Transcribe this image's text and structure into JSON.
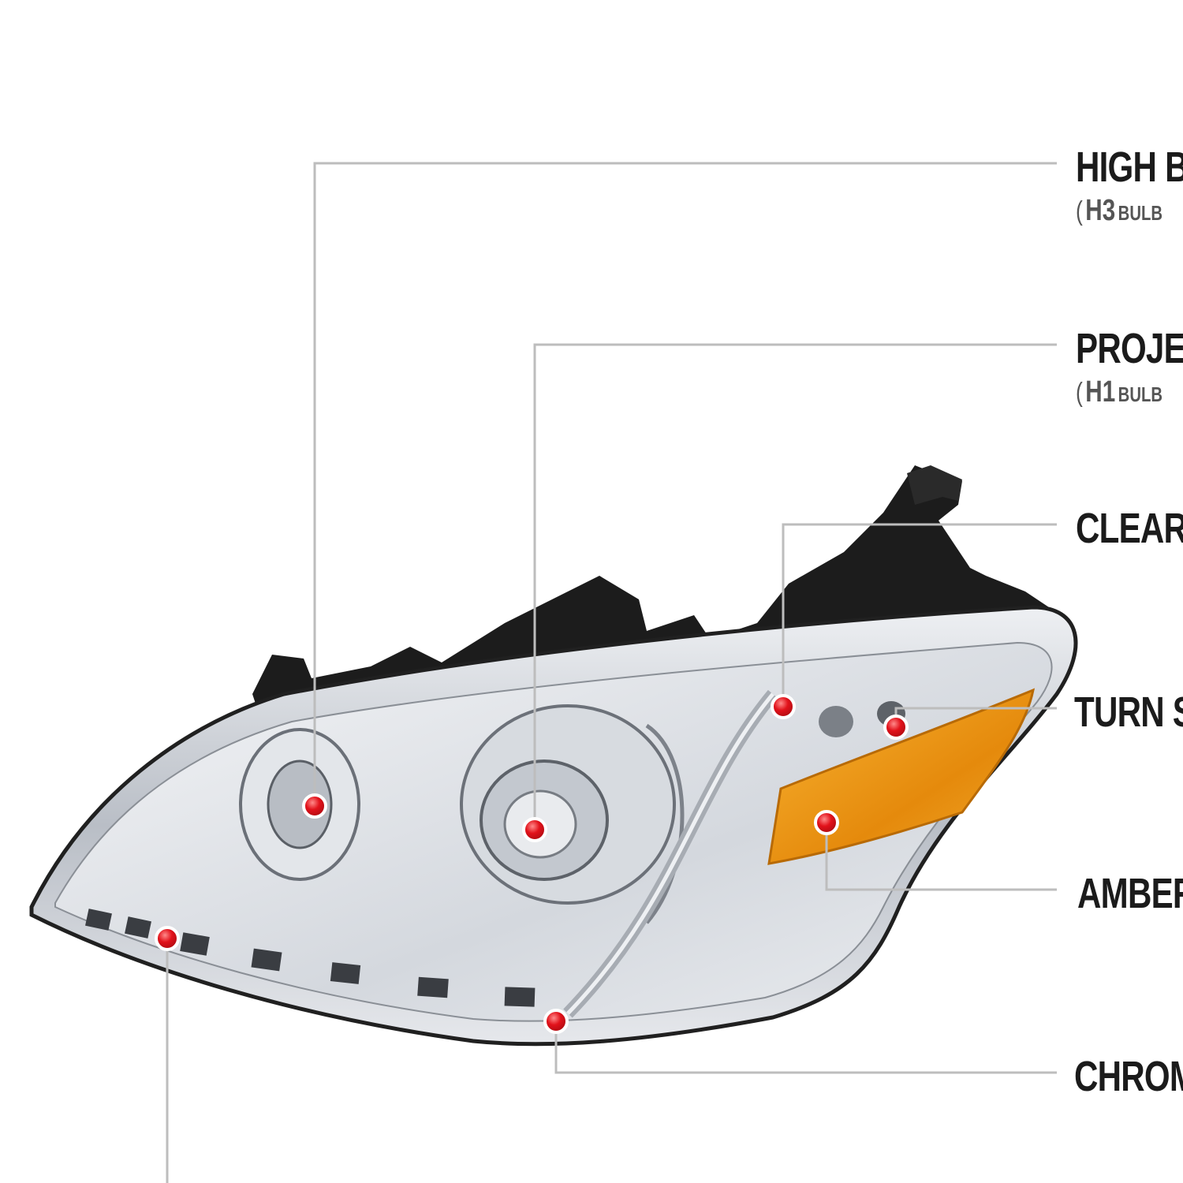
{
  "callouts": [
    {
      "id": "high-beam",
      "title": "HIGH B",
      "sub_open": "(",
      "sub_code": "H3",
      "sub_word": "BULB"
    },
    {
      "id": "projector",
      "title": "PROJEC",
      "sub_open": "(",
      "sub_code": "H1",
      "sub_word": "BULB"
    },
    {
      "id": "clear",
      "title": "CLEAR I"
    },
    {
      "id": "turn-signal",
      "title": "TURN S"
    },
    {
      "id": "amber",
      "title": "AMBER"
    },
    {
      "id": "chrome",
      "title": "CHROM"
    }
  ],
  "colors": {
    "leader_line": "#bdbdbd",
    "marker_red": "#e2121b",
    "amber": "#f4a21c",
    "housing_black": "#1c1c1c",
    "chrome": "#c9ccd1"
  }
}
